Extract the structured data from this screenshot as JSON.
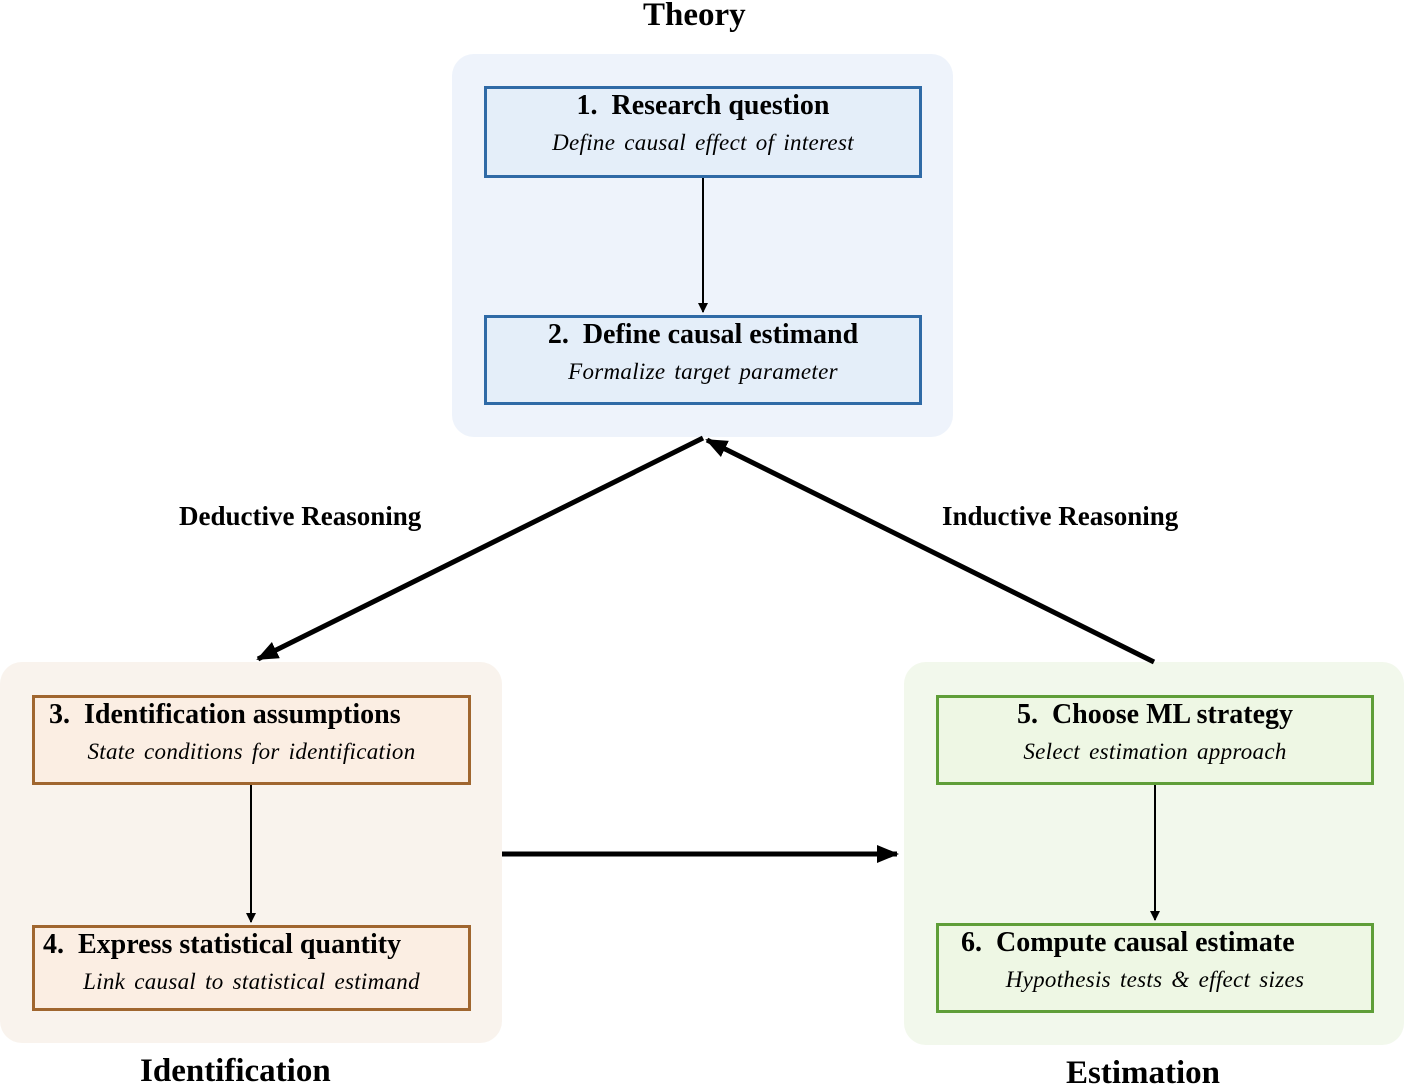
{
  "sections": {
    "theory": "Theory",
    "identification": "Identification",
    "estimation": "Estimation"
  },
  "reasoning": {
    "deductive": "Deductive Reasoning",
    "inductive": "Inductive Reasoning"
  },
  "steps": [
    {
      "number": "1.",
      "title": "1.  Research question",
      "subtitle": "Define causal effect of interest",
      "section": "theory"
    },
    {
      "number": "2.",
      "title": "2.  Define causal estimand",
      "subtitle": "Formalize target parameter",
      "section": "theory"
    },
    {
      "number": "3.",
      "title": "3.  Identification assumptions",
      "subtitle": "State conditions for identification",
      "section": "identification"
    },
    {
      "number": "4.",
      "title": "4.  Express statistical quantity",
      "subtitle": "Link causal to statistical estimand",
      "section": "identification"
    },
    {
      "number": "5.",
      "title": "5.  Choose ML strategy",
      "subtitle": "Select estimation approach",
      "section": "estimation"
    },
    {
      "number": "6.",
      "title": "6.  Compute causal estimate",
      "subtitle": "Hypothesis tests & effect sizes",
      "section": "estimation"
    }
  ],
  "colors": {
    "theory_border": "#2f6aa6",
    "identification_border": "#a0662f",
    "estimation_border": "#5f9e38",
    "theory_panel": "#eef3fb",
    "identification_panel": "#f9f3ed",
    "estimation_panel": "#f2f8ec"
  }
}
